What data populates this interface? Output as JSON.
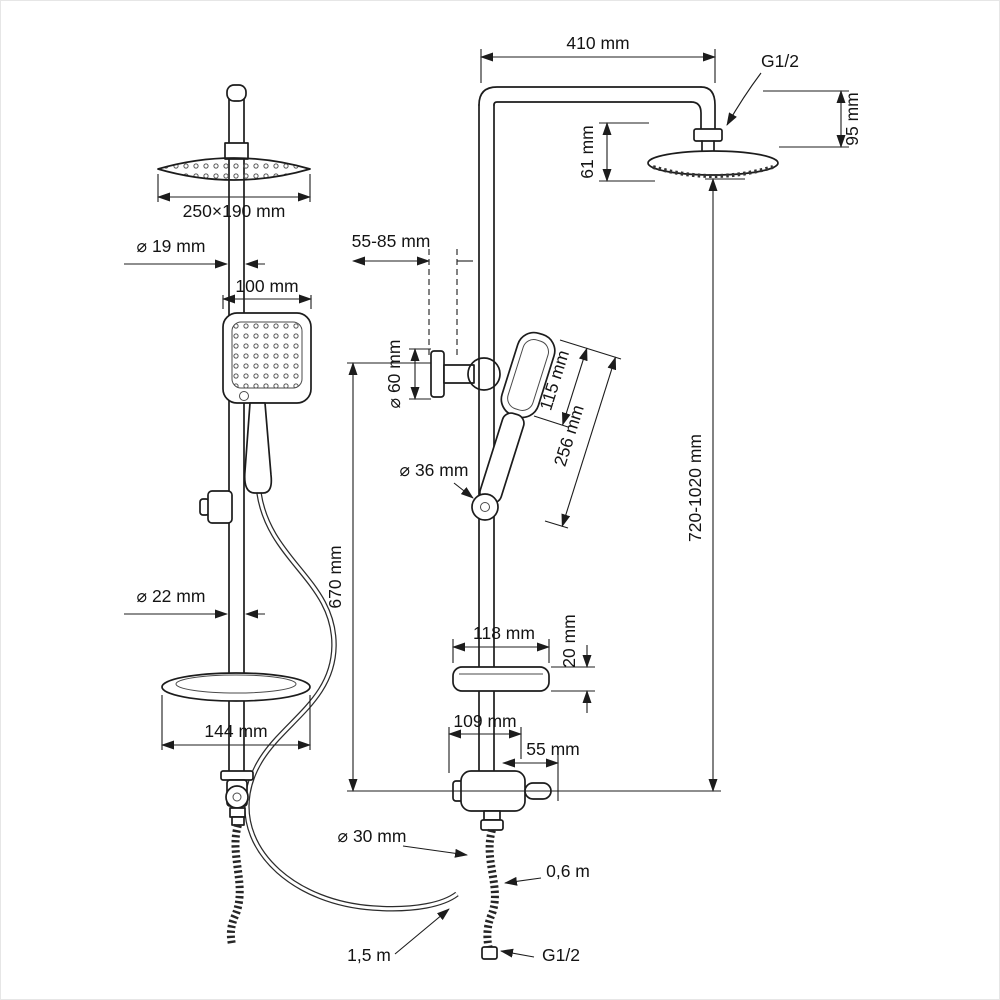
{
  "colors": {
    "line": "#1c1c1c",
    "background": "#ffffff"
  },
  "labels": {
    "overhead_size": "250×190 mm",
    "riser_diameter": "⌀ 19 mm",
    "handshower_width": "100 mm",
    "riser_lower_diameter": "⌀ 22 mm",
    "shelf_width": "144 mm",
    "arm_length": "410 mm",
    "thread_top": "G1/2",
    "head_height": "95 mm",
    "head_drop": "61 mm",
    "wall_offset": "55-85 mm",
    "bracket_diameter": "⌀ 60 mm",
    "handshower_head_length": "115 mm",
    "handshower_length": "256 mm",
    "holder_diameter": "⌀ 36 mm",
    "lower_height": "670 mm",
    "column_height": "720-1020 mm",
    "shelf_depth": "118 mm",
    "shelf_thickness": "20 mm",
    "mixer_depth": "109 mm",
    "mixer_offset": "55 mm",
    "mixer_diameter": "⌀ 30 mm",
    "hose_short": "0,6 m",
    "hose_long": "1,5 m",
    "thread_bottom": "G1/2"
  }
}
